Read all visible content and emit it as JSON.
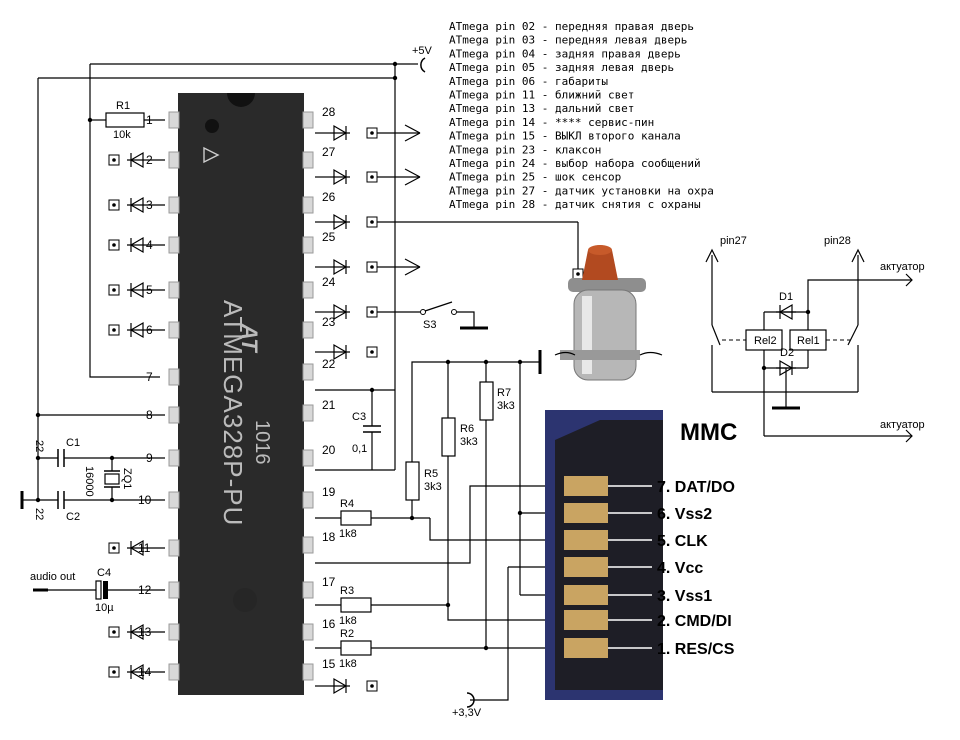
{
  "supply": {
    "plus5": "+5V",
    "plus33": "+3,3V"
  },
  "notes": [
    "ATmega pin 02 - передняя правая дверь",
    "ATmega pin 03 - передняя левая дверь",
    "ATmega pin 04 - задняя правая дверь",
    "ATmega pin 05 - задняя левая дверь",
    "ATmega pin 06 - габариты",
    "ATmega pin 11 - ближний свет",
    "ATmega pin 13 - дальний свет",
    "ATmega pin 14 - **** сервис-пин",
    "ATmega pin 15 - ВЫКЛ второго канала",
    "ATmega pin 23 - клаксон",
    "ATmega pin 24 - выбор набора сообщений",
    "ATmega pin 25 - шок сенсор",
    "ATmega pin 27 - датчик установки на охра",
    "ATmega pin 28 - датчик снятия с охраны"
  ],
  "chip": {
    "marking": [
      "ATMEGA328P-PU",
      "1016"
    ],
    "left_pins": [
      "1",
      "2",
      "3",
      "4",
      "5",
      "6",
      "7",
      "8",
      "9",
      "10",
      "11",
      "12",
      "13",
      "14"
    ],
    "right_pins": [
      "28",
      "27",
      "26",
      "25",
      "24",
      "23",
      "22",
      "21",
      "20",
      "19",
      "18",
      "17",
      "16",
      "15"
    ]
  },
  "components": {
    "R1": {
      "name": "R1",
      "value": "10k"
    },
    "R2": {
      "name": "R2",
      "value": "1k8"
    },
    "R3": {
      "name": "R3",
      "value": "1k8"
    },
    "R4": {
      "name": "R4",
      "value": "1k8"
    },
    "R5": {
      "name": "R5",
      "value": "3k3"
    },
    "R6": {
      "name": "R6",
      "value": "3k3"
    },
    "R7": {
      "name": "R7",
      "value": "3k3"
    },
    "C1": {
      "name": "C1",
      "value": "22"
    },
    "C2": {
      "name": "C2",
      "value": "22"
    },
    "C3": {
      "name": "C3",
      "value": "0,1"
    },
    "C4": {
      "name": "C4",
      "value": "10µ"
    },
    "ZQ1": {
      "name": "ZQ1",
      "value": "16000"
    },
    "S3": {
      "name": "S3"
    },
    "audio_out": "audio out"
  },
  "mmc": {
    "title": "MMC",
    "pins": [
      "7. DAT/DO",
      "6. Vss2",
      "5. CLK",
      "4. Vcc",
      "3. Vss1",
      "2. CMD/DI",
      "1. RES/CS"
    ]
  },
  "relay": {
    "pin27": "pin27",
    "pin28": "pin28",
    "act1": "актуатор",
    "act2": "актуатор",
    "D1": "D1",
    "D2": "D2",
    "Rel1": "Rel1",
    "Rel2": "Rel2"
  },
  "colors": {
    "chip": "#2a2a2a",
    "pin": "#d8d8d8",
    "card": "#1e1e26",
    "pad": "#c9a462",
    "coil": "#b24a20"
  }
}
